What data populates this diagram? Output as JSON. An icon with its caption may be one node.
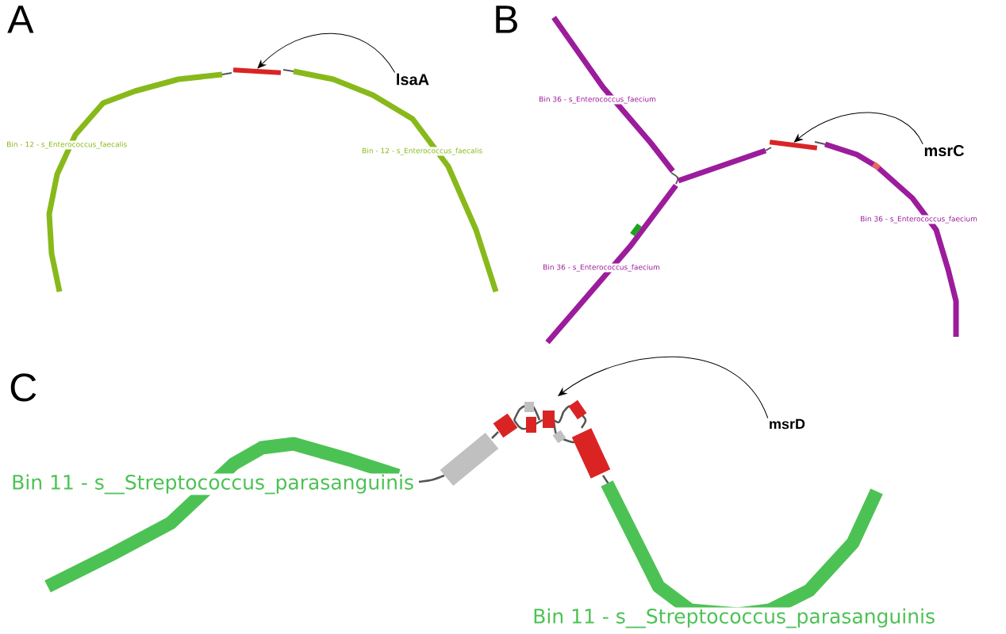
{
  "diagram": {
    "nodes": [
      {
        "text": [
          "lsaA"
        ]
      },
      {
        "text": [],
        "shape": "bar"
      },
      {
        "text": [
          "msrC"
        ]
      },
      {
        "text": [],
        "shape": "bar"
      },
      {
        "text": [
          "msrD"
        ]
      }
    ],
    "edges": [
      {
        "from": 0,
        "to": 1,
        "arrow": "to"
      },
      {
        "from": 2,
        "to": 3,
        "arrow": "to"
      },
      {
        "from": 4,
        "to": null,
        "arrow": "to"
      }
    ],
    "labels": [
      "A",
      "B",
      "Bin - 12 - s_Enterococcus_faecalis",
      "Bin - 12 - s_Enterococcus_faecalis",
      "Bin 36 - s_Enterococcus_faecium",
      "Bin 36 - s_Enterococcus_faecium",
      "Bin 36 - s_Enterococcus_faecium",
      "C",
      "Bin 11 - s__Streptococcus_parasanguinis",
      "Bin 11 - s__Streptococcus_parasanguinis"
    ]
  }
}
